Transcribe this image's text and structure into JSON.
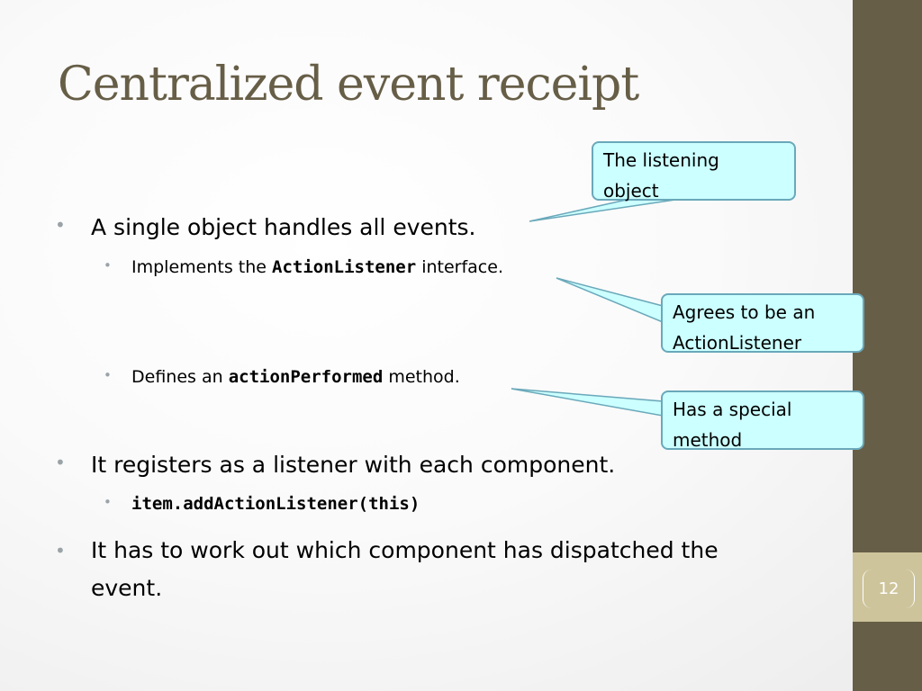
{
  "title": "Centralized event receipt",
  "bullets": {
    "b1": "A single object handles all events.",
    "b1_sub1": {
      "before": "Implements the",
      "code": "ActionListener",
      "after": "interface."
    },
    "b1_sub2": {
      "before": "Defines an",
      "code": "actionPerformed",
      "after": "method."
    },
    "b2": "It registers as a listener with each component.",
    "b2_sub1_code": "item.addActionListener(this)",
    "b3_line1": "It has to work out which component has dispatched the",
    "b3_line2": "event."
  },
  "callouts": {
    "listening": {
      "line1": "The listening",
      "line2": "object"
    },
    "agrees": {
      "line1": "Agrees to be an",
      "line2": "ActionListener"
    },
    "special": {
      "line1": "Has a special",
      "line2": "method"
    }
  },
  "slide_number": "12",
  "colors": {
    "title": "#675e47",
    "right_bar": "#675e47",
    "number_box": "#cdc49b",
    "callout_fill": "#ccffff",
    "callout_border": "#6aa8ba",
    "bullet_dot": "#9aa3a8"
  }
}
